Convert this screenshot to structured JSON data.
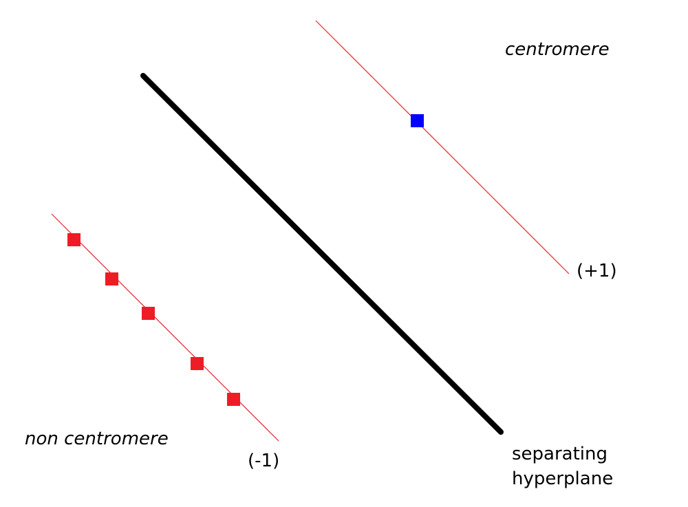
{
  "labels": {
    "positive_class": "centromere",
    "negative_class": "non centromere",
    "positive_margin": "(+1)",
    "negative_margin": "(-1)",
    "hyperplane_line1": "separating",
    "hyperplane_line2": "hyperplane"
  },
  "colors": {
    "hyperplane": "#000000",
    "margin_lines": "#e8202a",
    "positive_points": "#0000ff",
    "negative_points": "#ee1c25"
  },
  "points": {
    "positive_count": 1,
    "negative_count": 5
  }
}
